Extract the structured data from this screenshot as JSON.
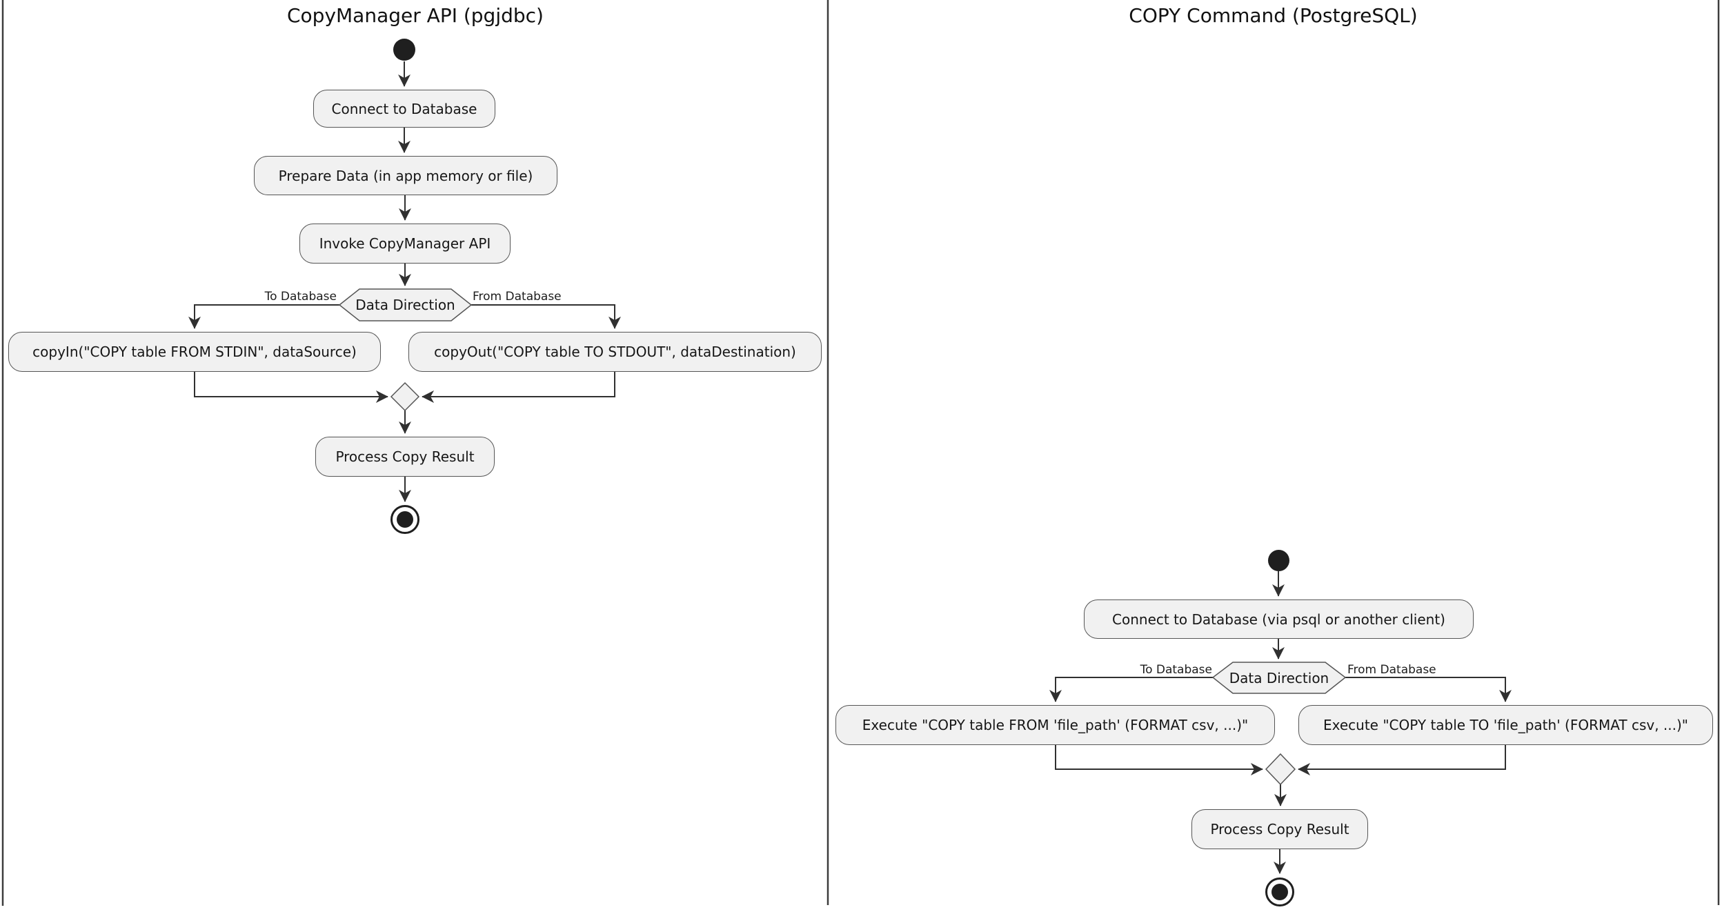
{
  "diagram": {
    "kind": "activity-flowchart",
    "lanes": [
      {
        "title": "CopyManager API (pgjdbc)",
        "steps": {
          "connect": "Connect to Database",
          "prepare": "Prepare Data (in app memory or file)",
          "invoke": "Invoke CopyManager API",
          "decision": "Data Direction",
          "to_db": "To Database",
          "from_db": "From Database",
          "copy_in": "copyIn(\"COPY table FROM STDIN\", dataSource)",
          "copy_out": "copyOut(\"COPY table TO STDOUT\", dataDestination)",
          "process": "Process Copy Result"
        }
      },
      {
        "title": "COPY Command (PostgreSQL)",
        "steps": {
          "connect": "Connect to Database (via psql or another client)",
          "decision": "Data Direction",
          "to_db": "To Database",
          "from_db": "From Database",
          "copy_in": "Execute \"COPY table FROM 'file_path' (FORMAT csv, ...)\"",
          "copy_out": "Execute \"COPY table TO 'file_path' (FORMAT csv, ...)\"",
          "process": "Process Copy Result"
        }
      }
    ],
    "colors": {
      "background": "#ffffff",
      "node_fill": "#f1f1f1",
      "node_border": "#555555",
      "line": "#303030",
      "lane_border": "#3d3d3d",
      "text": "#161616",
      "terminal_fill": "#1f1f1f"
    }
  }
}
